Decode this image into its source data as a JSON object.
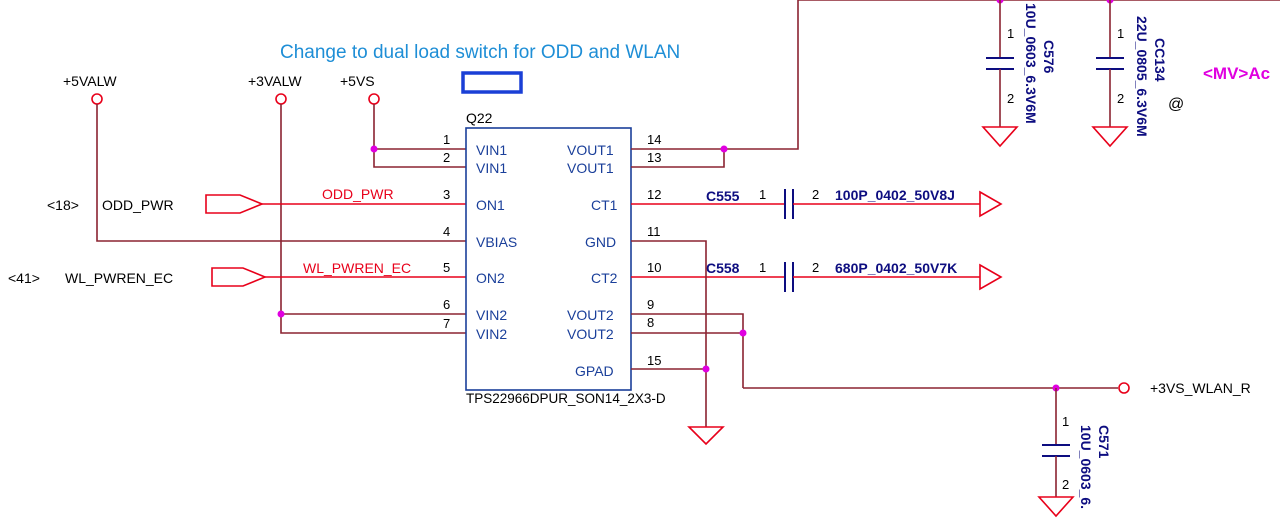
{
  "note": "Change to dual load switch for ODD and WLAN",
  "top_right_label": "<MV>Ac",
  "at_symbol": "@",
  "power_rails": {
    "p5valw": "+5VALW",
    "p3valw": "+3VALW",
    "p5vs": "+5VS",
    "wlan_out": "+3VS_WLAN_R"
  },
  "offpage": [
    {
      "ref": "<18>",
      "net": "ODD_PWR"
    },
    {
      "ref": "<41>",
      "net": "WL_PWREN_EC"
    }
  ],
  "net_labels": {
    "odd_pwr": "ODD_PWR",
    "wl_pwren": "WL_PWREN_EC"
  },
  "ic": {
    "refdes": "Q22",
    "part": "TPS22966DPUR_SON14_2X3-D",
    "left_pins": [
      {
        "num": "1",
        "name": "VIN1"
      },
      {
        "num": "2",
        "name": "VIN1"
      },
      {
        "num": "3",
        "name": "ON1"
      },
      {
        "num": "4",
        "name": "VBIAS"
      },
      {
        "num": "5",
        "name": "ON2"
      },
      {
        "num": "6",
        "name": "VIN2"
      },
      {
        "num": "7",
        "name": "VIN2"
      }
    ],
    "right_pins": [
      {
        "num": "14",
        "name": "VOUT1"
      },
      {
        "num": "13",
        "name": "VOUT1"
      },
      {
        "num": "12",
        "name": "CT1"
      },
      {
        "num": "11",
        "name": "GND"
      },
      {
        "num": "10",
        "name": "CT2"
      },
      {
        "num": "9",
        "name": "VOUT2"
      },
      {
        "num": "8",
        "name": "VOUT2"
      },
      {
        "num": "15",
        "name": "GPAD"
      }
    ]
  },
  "caps": {
    "c555": {
      "ref": "C555",
      "value": "100P_0402_50V8J",
      "p1": "1",
      "p2": "2"
    },
    "c558": {
      "ref": "C558",
      "value": "680P_0402_50V7K",
      "p1": "1",
      "p2": "2"
    },
    "c576": {
      "ref": "C576",
      "value": "10U_0603_6.3V6M",
      "p1": "1",
      "p2": "2"
    },
    "cc134": {
      "ref": "CC134",
      "value": "22U_0805_6.3V6M",
      "p1": "1",
      "p2": "2"
    },
    "c571": {
      "ref": "C571",
      "value": "10U_0603_6.",
      "p1": "1",
      "p2": "2"
    }
  }
}
